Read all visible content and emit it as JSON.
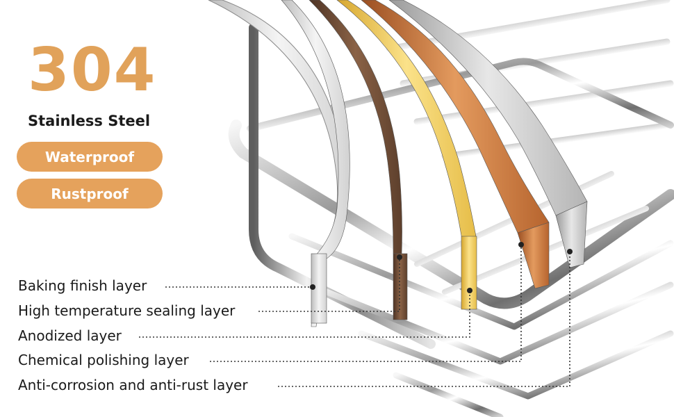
{
  "headline": "304",
  "subtitle": "Stainless Steel",
  "badges": [
    "Waterproof",
    "Rustproof"
  ],
  "layers": [
    "Baking finish layer",
    "High temperature sealing layer",
    "Anodized layer",
    "Chemical polishing layer",
    "Anti-corrosion and anti-rust layer"
  ],
  "layer_colors": [
    "#E3E3E3",
    "#6B4A35",
    "#E6C04A",
    "#B8652E",
    "#C9C9C9"
  ],
  "accent_color": "#E1A25A"
}
